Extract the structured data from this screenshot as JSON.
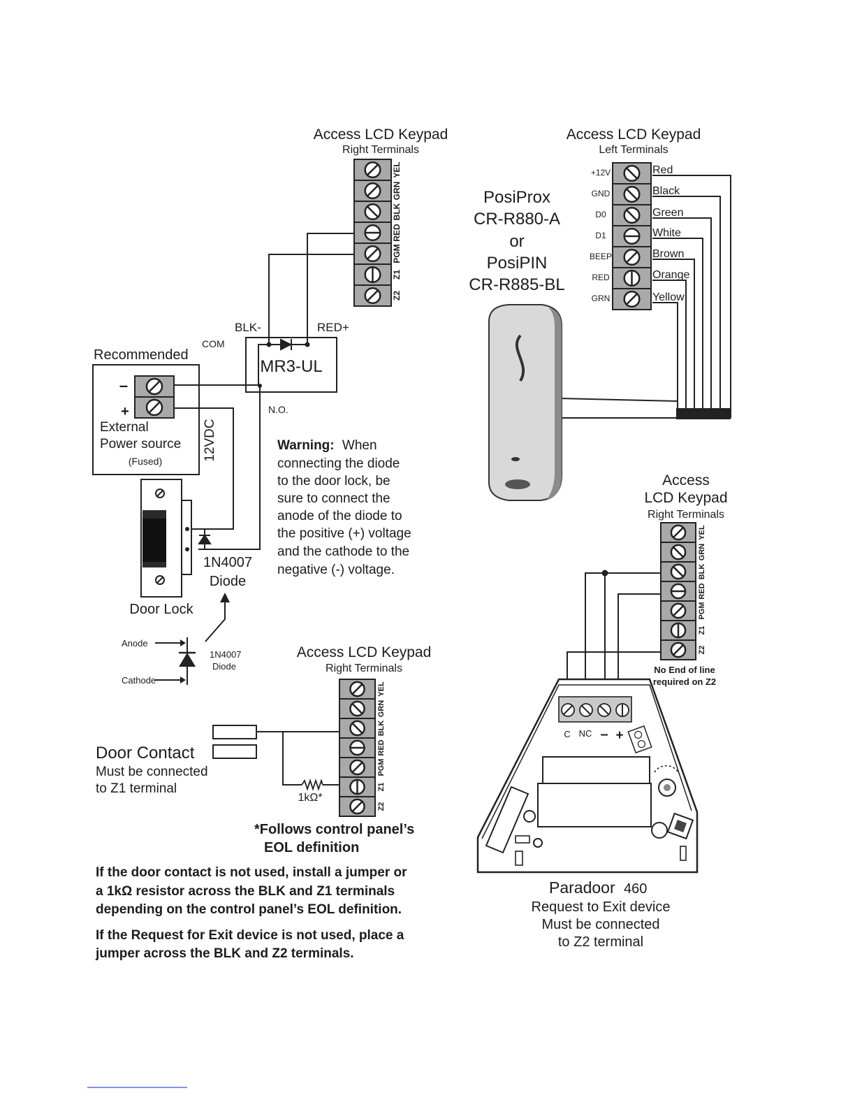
{
  "keypad_a": {
    "title": "Access LCD Keypad",
    "subtitle": "Right Terminals",
    "labels": [
      "YEL",
      "GRN",
      "BLK",
      "RED",
      "PGM",
      "Z1",
      "Z2"
    ]
  },
  "keypad_b": {
    "title": "Access LCD Keypad",
    "subtitle": "Left Terminals",
    "left_labels": [
      "+12V",
      "GND",
      "D0",
      "D1",
      "BEEP",
      "RED",
      "GRN"
    ],
    "wire_labels": [
      "Red",
      "Black",
      "Green",
      "White",
      "Brown",
      "Orange",
      "Yellow"
    ]
  },
  "reader": {
    "lines": [
      "PosiProx",
      "CR-R880-A",
      "or",
      "PosiPIN",
      "CR-R885-BL"
    ]
  },
  "relay": {
    "name": "MR3-UL",
    "blk": "BLK-",
    "red": "RED+",
    "com": "COM",
    "no": "N.O."
  },
  "power": {
    "recommended": "Recommended",
    "minus": "–",
    "plus": "+",
    "line1": "External",
    "line2": "Power source",
    "line3": "(Fused)",
    "voltage": "12VDC"
  },
  "warning": {
    "bold": "Warning:",
    "lines": [
      "When",
      "connecting the diode",
      "to the door lock, be",
      "sure to connect the",
      "anode of the diode to",
      "the positive (+) voltage",
      "and the cathode to the",
      "negative (-) voltage."
    ]
  },
  "lock": {
    "diode_line1": "1N4007",
    "diode_line2": "Diode",
    "door_lock": "Door Lock",
    "anode": "Anode",
    "cathode": "Cathode",
    "small_diode1": "1N4007",
    "small_diode2": "Diode"
  },
  "keypad_c": {
    "title": "Access LCD Keypad",
    "subtitle": "Right Terminals",
    "labels": [
      "YEL",
      "GRN",
      "BLK",
      "RED",
      "PGM",
      "Z1",
      "Z2"
    ]
  },
  "door_contact": {
    "title": "Door Contact",
    "line1": "Must be connected",
    "line2": "to Z1 terminal",
    "resistor": "1kΩ*",
    "note1": "*Follows control panel’s",
    "note2": "EOL definition"
  },
  "notes": {
    "p1": [
      "If the door contact is not used, install a jumper or",
      "a 1kΩ resistor across the BLK and Z1 terminals",
      "depending on the control panel’s EOL definition."
    ],
    "p2": [
      "If the Request for Exit device is not used, place a",
      "jumper across the BLK and Z2 terminals."
    ]
  },
  "keypad_d": {
    "title1": "Access",
    "title2": "LCD Keypad",
    "subtitle": "Right Terminals",
    "labels": [
      "YEL",
      "GRN",
      "BLK",
      "RED",
      "PGM",
      "Z1",
      "Z2"
    ],
    "note1": "No End of line",
    "note2": "required on Z2"
  },
  "paradoor": {
    "name": "Paradoor",
    "model": "460",
    "line1": "Request to Exit device",
    "line2": "Must be connected",
    "line3": "to Z2 terminal",
    "term_c": "C",
    "term_nc": "NC",
    "term_minus": "–",
    "term_plus": "+"
  }
}
